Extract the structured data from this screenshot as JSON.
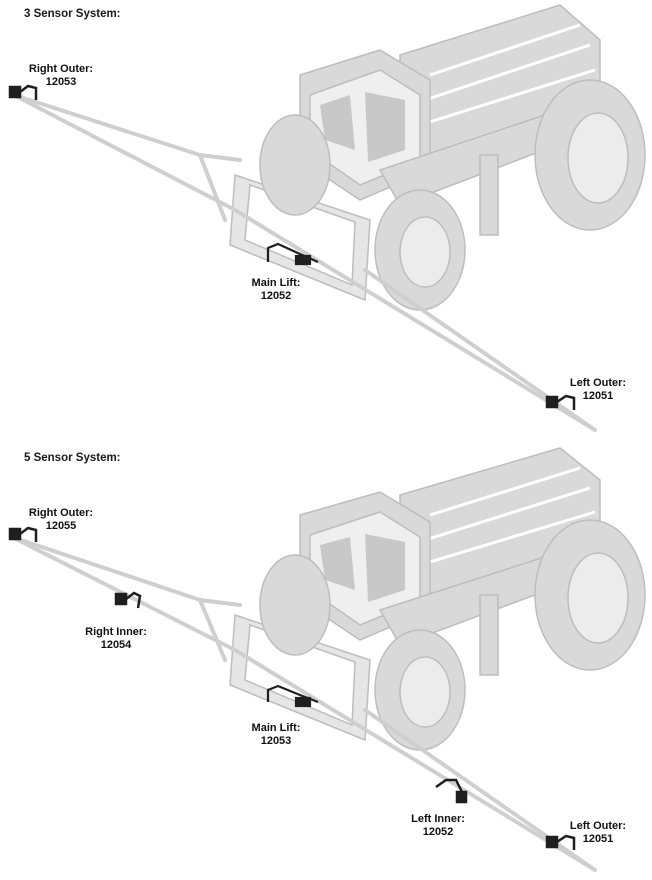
{
  "diagrams": [
    {
      "title": "3 Sensor System:",
      "sensors": [
        {
          "name": "Right Outer:",
          "part": "12053"
        },
        {
          "name": "Main Lift:",
          "part": "12052"
        },
        {
          "name": "Left Outer:",
          "part": "12051"
        }
      ]
    },
    {
      "title": "5 Sensor System:",
      "sensors": [
        {
          "name": "Right Outer:",
          "part": "12055"
        },
        {
          "name": "Right Inner:",
          "part": "12054"
        },
        {
          "name": "Main Lift:",
          "part": "12053"
        },
        {
          "name": "Left Inner:",
          "part": "12052"
        },
        {
          "name": "Left Outer:",
          "part": "12051"
        }
      ]
    }
  ],
  "colors": {
    "machine_fill": "#d9d9d9",
    "machine_stroke": "#bdbdbd",
    "boom": "#cfcfcf",
    "sensor": "#1f1f1f"
  }
}
